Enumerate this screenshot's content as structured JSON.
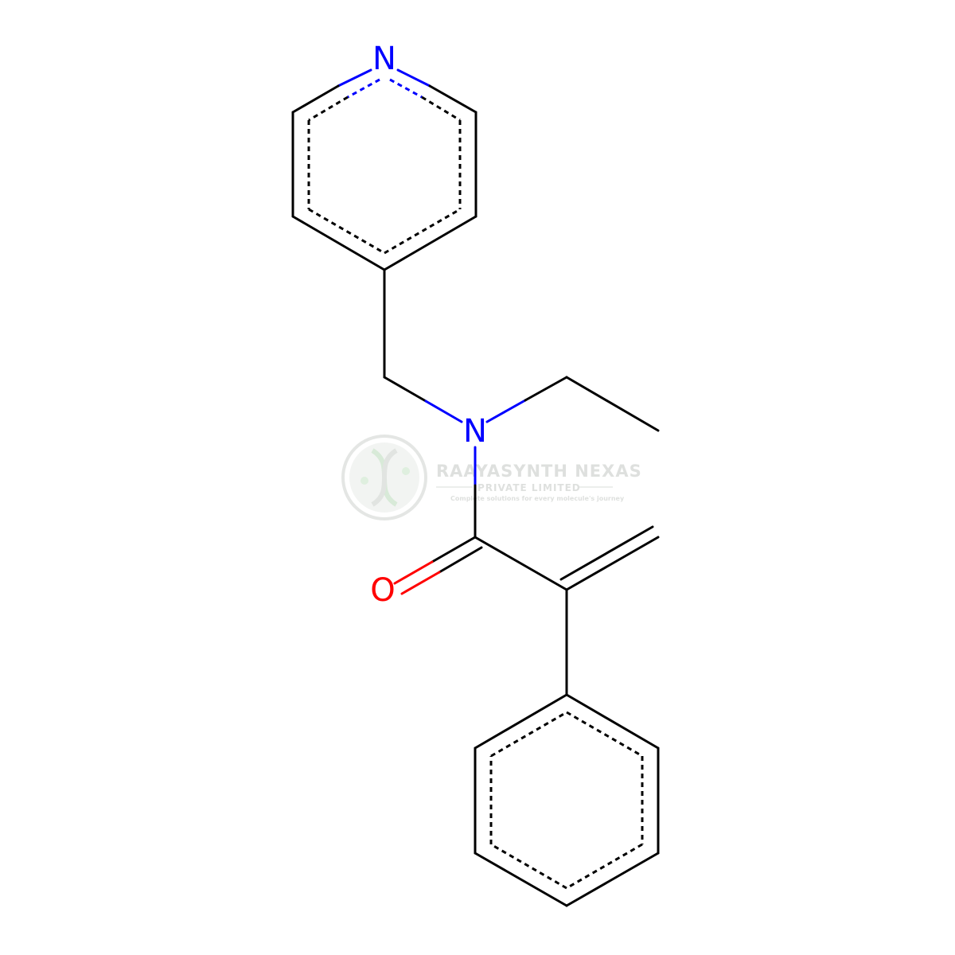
{
  "molecule": {
    "atoms": {
      "pyridine_n": "N",
      "amide_n": "N",
      "carbonyl_o": "O"
    }
  },
  "watermark": {
    "company": "RAAYASYNTH NEXAS",
    "legal": "PRIVATE LIMITED",
    "tagline": "Complete solutions for every molecule's journey",
    "logo_icon": "dna-helix-icon"
  },
  "colors": {
    "carbon_bond": "#000000",
    "nitrogen": "#0000ff",
    "oxygen": "#ff0000",
    "watermark": "#d9dcd9"
  }
}
